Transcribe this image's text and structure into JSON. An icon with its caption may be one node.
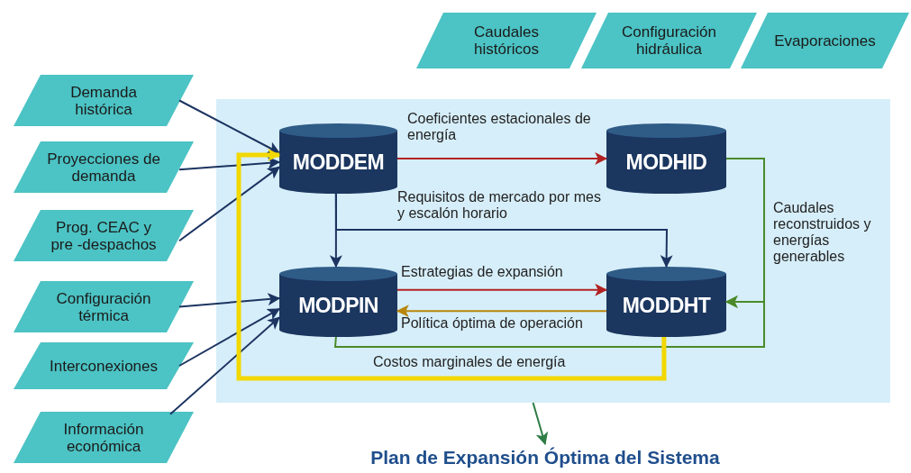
{
  "diagram": {
    "nodes": [
      {
        "text": [],
        "shape": "box"
      },
      {
        "text": [
          "Caudales históricos"
        ]
      },
      {
        "text": [
          "Configuración hidráulica"
        ]
      },
      {
        "text": [
          "Evaporaciones"
        ]
      },
      {
        "text": [
          "Demanda histórica"
        ]
      },
      {
        "text": [
          "Proyecciones de demanda"
        ]
      },
      {
        "text": [
          "Prog. CEAC y pre -despachos"
        ]
      },
      {
        "text": [
          "Configuración térmica"
        ]
      },
      {
        "text": [
          "Interconexiones"
        ]
      },
      {
        "text": [
          "Información económica"
        ]
      },
      {
        "text": [
          "MODDEM"
        ],
        "in": 0
      },
      {
        "text": [
          "MODHID"
        ],
        "in": 0
      },
      {
        "text": [
          "MODPIN"
        ],
        "in": 0
      },
      {
        "text": [
          "MODDHT"
        ],
        "in": 0
      },
      {
        "text": [
          "Plan de Expansión Óptima del Sistema"
        ]
      }
    ],
    "edges": [
      {
        "from": 4,
        "to": 10,
        "arrow": "to"
      },
      {
        "from": 5,
        "to": 10,
        "arrow": "to"
      },
      {
        "from": 6,
        "to": 10,
        "arrow": "to"
      },
      {
        "from": 7,
        "to": 12,
        "arrow": "to"
      },
      {
        "from": 8,
        "to": 12,
        "arrow": "to"
      },
      {
        "from": 9,
        "to": 12,
        "arrow": "to"
      },
      {
        "from": 10,
        "to": 11,
        "arrow": "to",
        "label": "Coeficientes estacionales de energía",
        "color": "#b22222"
      },
      {
        "from": 10,
        "to": 12,
        "arrow": "to"
      },
      {
        "from": 10,
        "to": 13,
        "arrow": "to",
        "label": "Requisitos de mercado por mes y escalón horario"
      },
      {
        "from": 12,
        "to": 13,
        "arrow": "to",
        "label": "Estrategias de expansión",
        "color": "#b22222"
      },
      {
        "from": 13,
        "to": 12,
        "arrow": "to",
        "label": "Política óptima de operación",
        "color": "#b8860b"
      },
      {
        "from": 11,
        "to": 13,
        "arrow": "to",
        "label": "Caudales reconstruidos y energías generables",
        "color": "#4a8a2a"
      },
      {
        "from": 12,
        "to": 13,
        "arrow": "to",
        "color": "#4a8a2a"
      },
      {
        "from": 13,
        "to": 10,
        "arrow": "to",
        "label": "Costos marginales de energía",
        "style": "thick",
        "color": "#f2d800"
      },
      {
        "from": 0,
        "to": 14,
        "arrow": "to",
        "color": "#2e7d46"
      }
    ]
  }
}
